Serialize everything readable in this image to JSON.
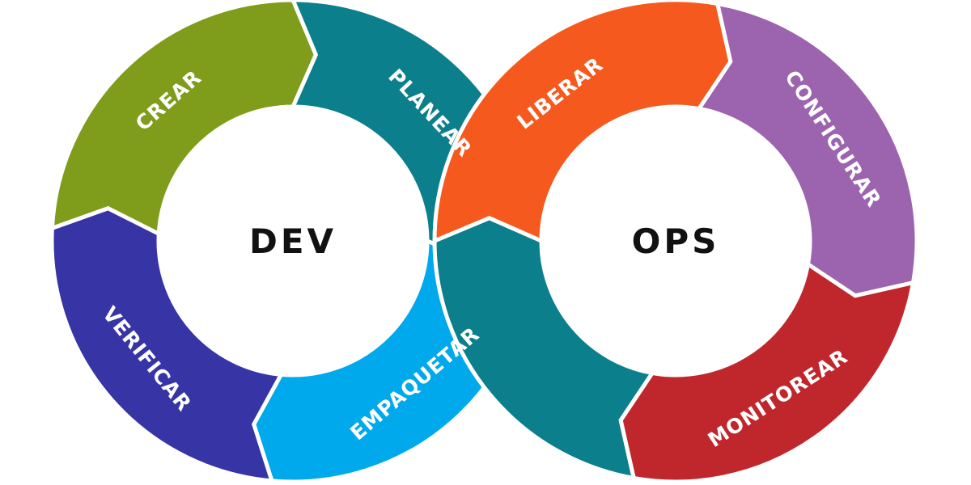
{
  "rings": [
    {
      "id": "dev",
      "center_label": "DEV",
      "segments": [
        {
          "id": "planear",
          "label": "PLANEAR",
          "color": "#0b7f8c",
          "from": 270,
          "to": 360
        },
        {
          "id": "crear",
          "label": "CREAR",
          "color": "#7f9c1a",
          "from": 183,
          "to": 270
        },
        {
          "id": "verificar",
          "label": "VERIFICAR",
          "color": "#3734a6",
          "from": 95,
          "to": 183
        },
        {
          "id": "empaquetar",
          "label": "EMPAQUETAR",
          "color": "#00a8ec",
          "from": 0,
          "to": 95
        }
      ]
    },
    {
      "id": "ops",
      "center_label": "OPS",
      "segments": [
        {
          "id": "ops-teal",
          "label": "",
          "color": "#0b7f8c",
          "from": 100,
          "to": 180
        },
        {
          "id": "liberar",
          "label": "LIBERAR",
          "color": "#f5591d",
          "from": 180,
          "to": 280
        },
        {
          "id": "configurar",
          "label": "CONFIGURAR",
          "color": "#9c63ae",
          "from": 280,
          "to": 370
        },
        {
          "id": "monitorear",
          "label": "MONITOREAR",
          "color": "#c0272d",
          "from": 10,
          "to": 100
        }
      ]
    }
  ]
}
